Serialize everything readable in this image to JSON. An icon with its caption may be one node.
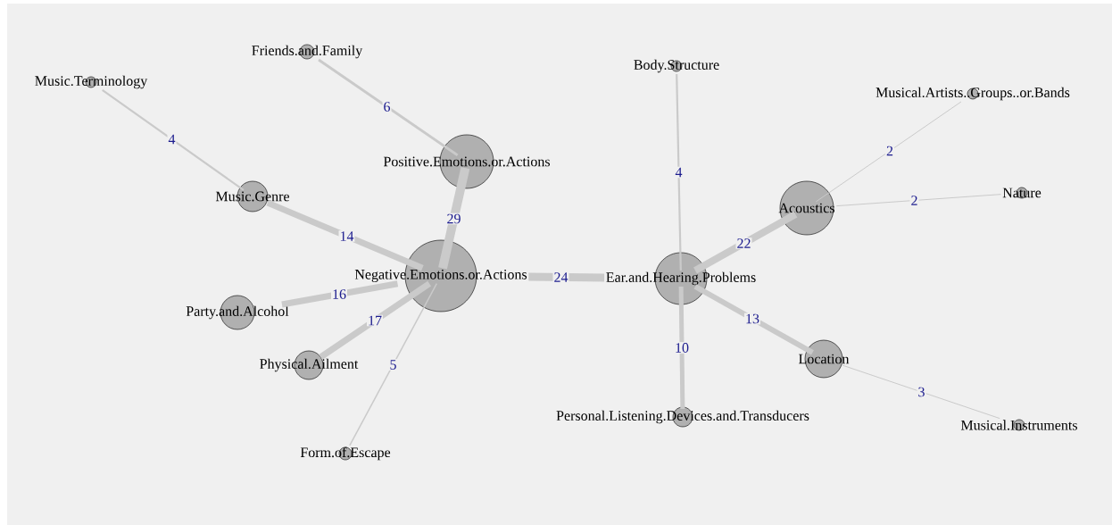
{
  "diagram": {
    "nodes": [
      {
        "text": [
          "Friends.and.Family"
        ]
      },
      {
        "text": [
          "Music.Terminology"
        ]
      },
      {
        "text": [
          "Body.Structure"
        ]
      },
      {
        "text": [
          "Musical.Artists..Groups..or.Bands"
        ]
      },
      {
        "text": [
          "Positive.Emotions.or.Actions"
        ]
      },
      {
        "text": [
          "Music.Genre"
        ]
      },
      {
        "text": [
          "Acoustics"
        ]
      },
      {
        "text": [
          "Nature"
        ]
      },
      {
        "text": [
          "Negative.Emotions.or.Actions"
        ]
      },
      {
        "text": [
          "Ear.and.Hearing.Problems"
        ]
      },
      {
        "text": [
          "Party.and.Alcohol"
        ]
      },
      {
        "text": [
          "Location"
        ]
      },
      {
        "text": [
          "Physical.Ailment"
        ]
      },
      {
        "text": [
          "Form.of.Escape"
        ]
      },
      {
        "text": [
          "Personal.Listening.Devices.and.Transducers"
        ]
      },
      {
        "text": [
          "Musical.Instruments"
        ]
      }
    ],
    "edges": [
      {
        "from": 0,
        "to": 4,
        "arrow": "none",
        "label": "6"
      },
      {
        "from": 1,
        "to": 5,
        "arrow": "none",
        "label": "4"
      },
      {
        "from": 4,
        "to": 8,
        "arrow": "none",
        "label": "29",
        "style": "thick"
      },
      {
        "from": 5,
        "to": 8,
        "arrow": "none",
        "label": "14"
      },
      {
        "from": 8,
        "to": 9,
        "arrow": "none",
        "label": "24",
        "style": "thick"
      },
      {
        "from": 2,
        "to": 9,
        "arrow": "none",
        "label": "4"
      },
      {
        "from": 9,
        "to": 6,
        "arrow": "none",
        "label": "22"
      },
      {
        "from": 6,
        "to": 3,
        "arrow": "none",
        "label": "2"
      },
      {
        "from": 6,
        "to": 7,
        "arrow": "none",
        "label": "2"
      },
      {
        "from": 10,
        "to": 8,
        "arrow": "none",
        "label": "16"
      },
      {
        "from": 12,
        "to": 8,
        "arrow": "none",
        "label": "17"
      },
      {
        "from": 13,
        "to": 8,
        "arrow": "none",
        "label": "5"
      },
      {
        "from": 9,
        "to": 11,
        "arrow": "none",
        "label": "13"
      },
      {
        "from": 9,
        "to": 14,
        "arrow": "none",
        "label": "10"
      },
      {
        "from": 11,
        "to": 15,
        "arrow": "none",
        "label": "3"
      }
    ]
  }
}
